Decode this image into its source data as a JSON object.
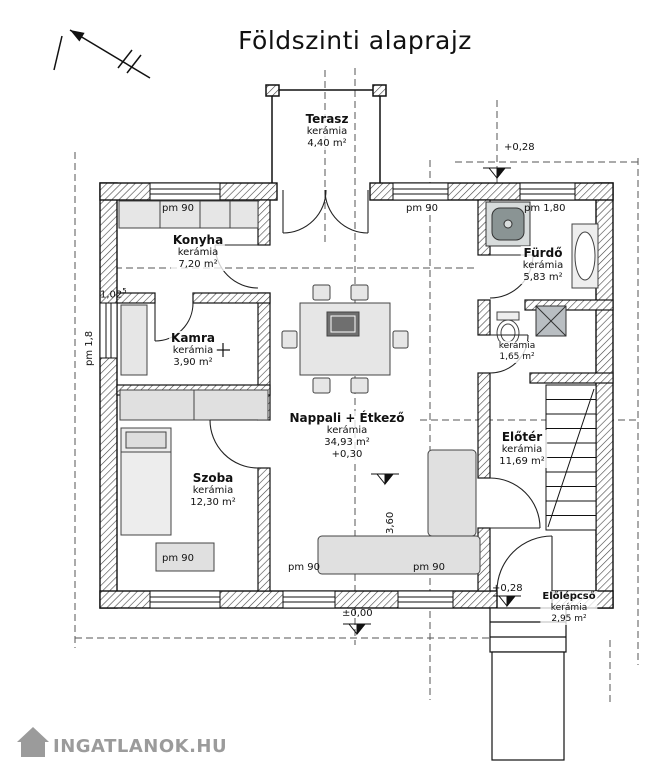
{
  "title": "Földszinti alaprajz",
  "watermark": {
    "text": "INGATLANOK.HU"
  },
  "rooms": {
    "terasz": {
      "name": "Terasz",
      "material": "kerámia",
      "area": "4,40 m²"
    },
    "konyha": {
      "name": "Konyha",
      "material": "kerámia",
      "area": "7,20 m²"
    },
    "kamra": {
      "name": "Kamra",
      "material": "kerámia",
      "area": "3,90 m²"
    },
    "szoba": {
      "name": "Szoba",
      "material": "kerámia",
      "area": "12,30 m²"
    },
    "nappali": {
      "name": "Nappali + Étkező",
      "material": "kerámia",
      "area": "34,93 m²",
      "level": "+0,30"
    },
    "furdo": {
      "name": "Fürdő",
      "material": "kerámia",
      "area": "5,83 m²"
    },
    "wc": {
      "material": "kerámia",
      "area": "1,65 m²"
    },
    "eloter": {
      "name": "Előtér",
      "material": "kerámia",
      "area": "11,69 m²"
    },
    "elolepcso": {
      "name": "Előlépcső",
      "material": "kerámia",
      "area": "2,95 m²"
    }
  },
  "annotations": {
    "pm_90": "pm 90",
    "pm_1_80": "pm 1,80",
    "pm_1_8": "pm 1,8",
    "dim_1_02": "1,02",
    "dim_1_02_sup": "5",
    "dim_3_60": "3,60",
    "level_plus_0_28": "+0,28",
    "level_plus_minus_0_00": "±0,00"
  }
}
